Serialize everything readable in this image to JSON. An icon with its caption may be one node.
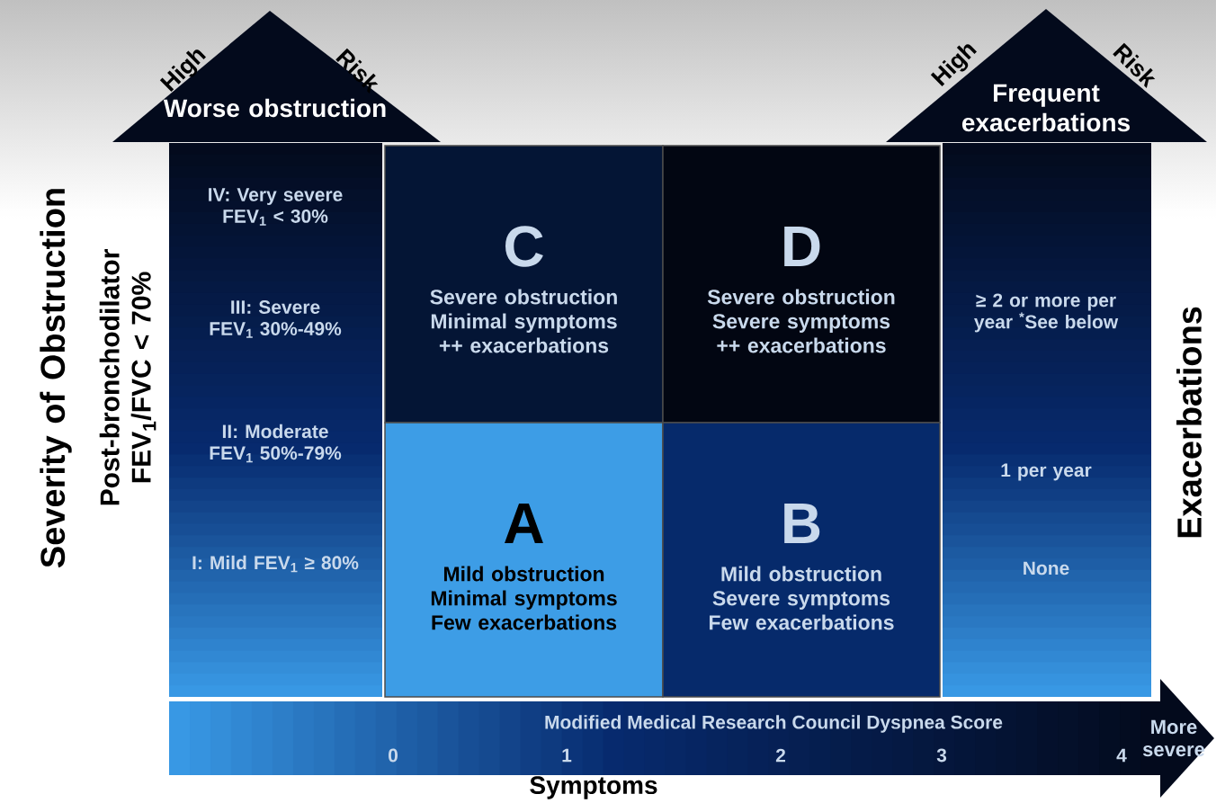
{
  "diagram": {
    "nodes": [
      {
        "text": [
          "High",
          "Risk",
          "Worse obstruction",
          "IV: Very severe FEV$_{1}$ < 30%",
          "III: Severe FEV$_{1}$ 30%-49%",
          "II: Moderate FEV$_{1}$ 50%-79%",
          "I: Mild FEV$_{1}$ ≥ 80%"
        ]
      },
      {
        "text": [
          "C",
          "Severe obstruction Minimal symptoms ++ exacerbations"
        ]
      },
      {
        "text": [
          "D",
          "Severe obstruction Severe symptoms ++ exacerbations"
        ]
      },
      {
        "text": [
          "A",
          "Mild obstruction Minimal symptoms Few exacerbations"
        ]
      },
      {
        "text": [
          "B",
          "Mild obstruction Severe symptoms Few exacerbations"
        ]
      },
      {
        "text": [
          "High",
          "Risk",
          "Frequent exacerbations",
          "≥ 2 or more per year $^{*}$See below",
          "1 per year",
          "None"
        ]
      },
      {
        "text": [
          "Modified Medical Research Council Dyspnea Score",
          "0",
          "1",
          "2",
          "3",
          "4",
          "More severe"
        ]
      }
    ],
    "labels": [
      "Severity of Obstruction",
      "Post-bronchodilator FEV$_{1}$/FVC < 70%",
      "Exacerbations",
      "Symptoms"
    ]
  }
}
